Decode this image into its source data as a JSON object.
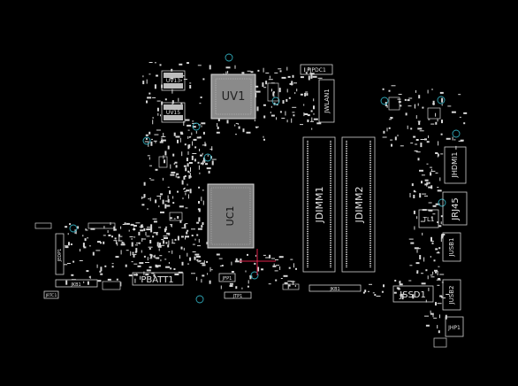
{
  "colors": {
    "background": "#000000",
    "component": "#d8d8d8",
    "outline": "#cfcfcf",
    "via": "#2fa8b8",
    "cursor": "#e0204a"
  },
  "labels": {
    "uv13": "UV13",
    "uv15": "UV15",
    "uv1": "UV1",
    "uc1": "UC1",
    "pjpdc1": "PJPDC1",
    "jwlan1": "JWLAN1",
    "jdimm1": "JDIMM1",
    "jdimm2": "JDIMM2",
    "jhdmi1": "JHDMI1",
    "jrj45": "JRJ45",
    "tl1": "TL1",
    "jusb1": "JUSB1",
    "jssd1": "JSSD1",
    "jusb2": "JUSB2",
    "jhp1": "JHP1",
    "jkb1": "JKB1",
    "pbatt1": "PBATT1",
    "jtp1": "JTP1",
    "jfp1": "JFP1",
    "jrtc1": "JRTC1",
    "jkb_left": "JKB1",
    "jedp1": "JEDP1"
  }
}
